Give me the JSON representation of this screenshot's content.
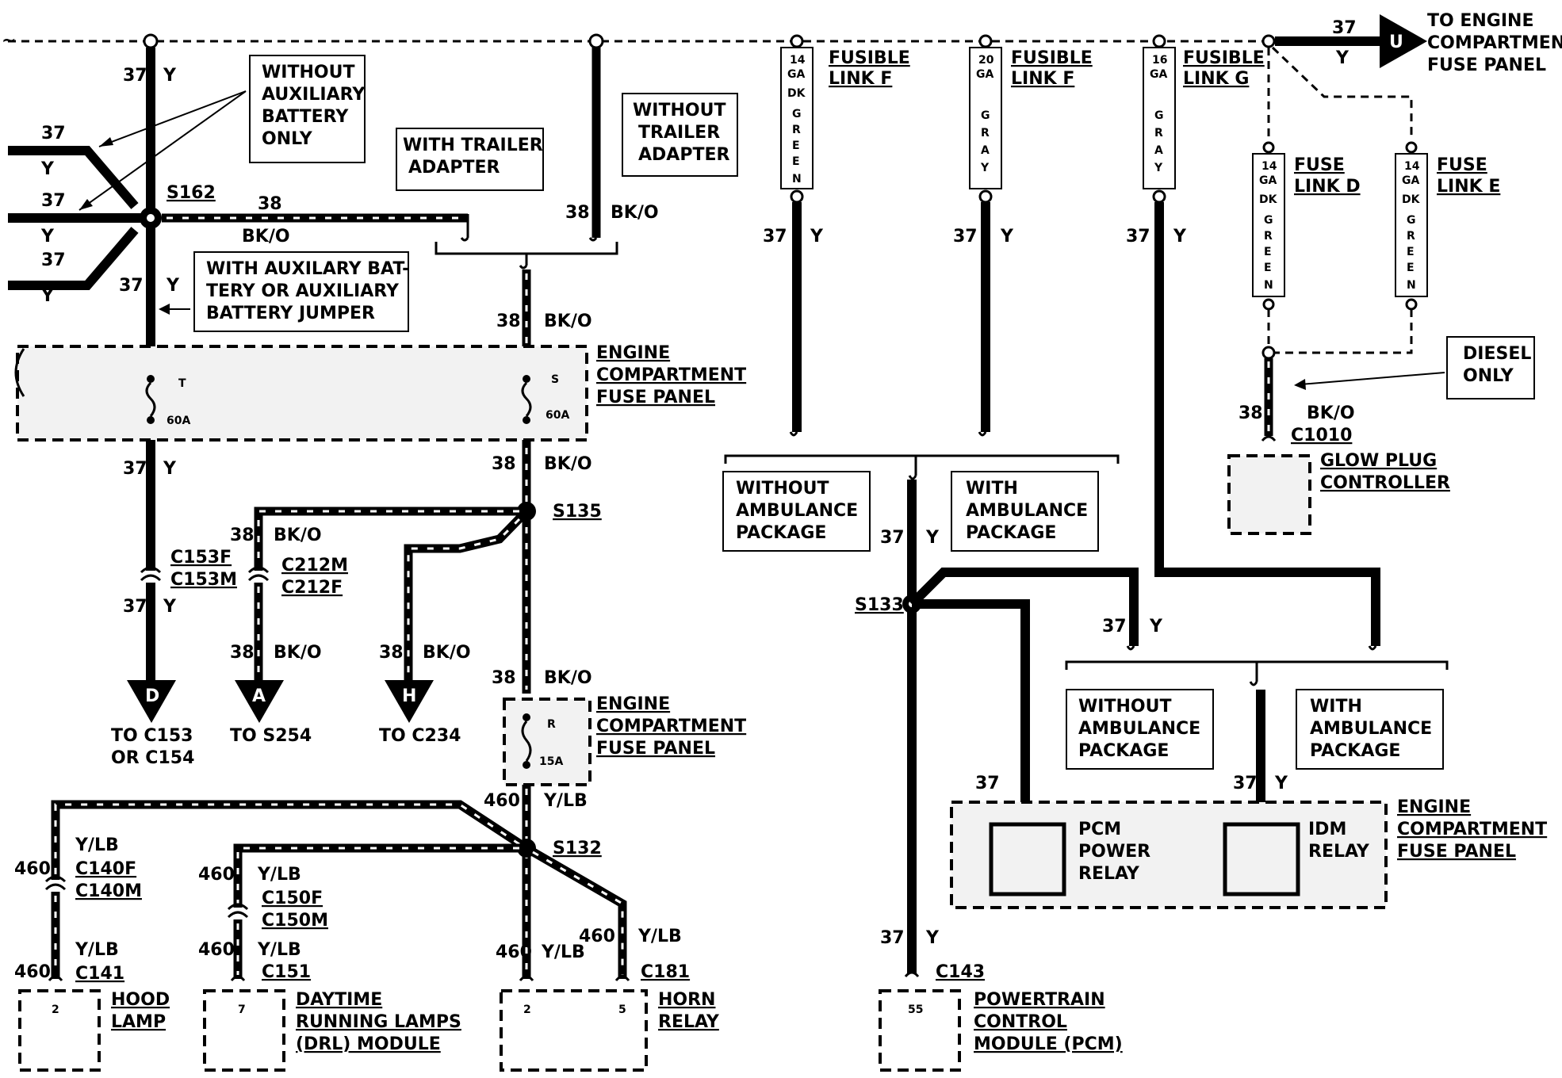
{
  "labels": {
    "without_aux_battery_only": [
      "WITHOUT",
      "AUXILIARY",
      "BATTERY",
      "ONLY"
    ],
    "with_trailer_adapter": [
      "WITH TRAILER",
      "ADAPTER"
    ],
    "without_trailer_adapter": [
      "WITHOUT",
      "TRAILER",
      "ADAPTER"
    ],
    "with_aux_battery": [
      "WITH AUXILARY BAT-",
      "TERY OR AUXILIARY",
      "BATTERY JUMPER"
    ],
    "ecfp": [
      "ENGINE",
      "COMPARTMENT",
      "FUSE PANEL"
    ],
    "to_ecfp": [
      "TO ENGINE",
      "COMPARTMENT",
      "FUSE PANEL"
    ],
    "fusible_link_f": [
      "FUSIBLE",
      "LINK F"
    ],
    "fusible_link_g": [
      "FUSIBLE",
      "LINK G"
    ],
    "fuse_link_d": [
      "FUSE",
      "LINK D"
    ],
    "fuse_link_e": [
      "FUSE",
      "LINK E"
    ],
    "diesel_only": [
      "DIESEL",
      "ONLY"
    ],
    "glow_plug": [
      "GLOW PLUG",
      "CONTROLLER"
    ],
    "without_ambulance": [
      "WITHOUT",
      "AMBULANCE",
      "PACKAGE"
    ],
    "with_ambulance": [
      "WITH",
      "AMBULANCE",
      "PACKAGE"
    ],
    "pcm_relay": [
      "PCM",
      "POWER",
      "RELAY"
    ],
    "idm_relay": [
      "IDM",
      "RELAY"
    ],
    "hood_lamp": [
      "HOOD",
      "LAMP"
    ],
    "drl_module": [
      "DAYTIME",
      "RUNNING LAMPS",
      "(DRL) MODULE"
    ],
    "horn_relay": [
      "HORN",
      "RELAY"
    ],
    "pcm": [
      "POWERTRAIN",
      "CONTROL",
      "MODULE (PCM)"
    ],
    "to_c153": [
      "TO C153",
      "OR C154"
    ],
    "to_s254": "TO S254",
    "to_c234": "TO C234"
  },
  "splices": {
    "s162": "S162",
    "s135": "S135",
    "s132": "S132",
    "s133": "S133"
  },
  "connectors": {
    "c153": [
      "C153F",
      "C153M"
    ],
    "c212": [
      "C212M",
      "C212F"
    ],
    "c140": [
      "C140F",
      "C140M"
    ],
    "c150": [
      "C150F",
      "C150M"
    ],
    "c141": "C141",
    "c151": "C151",
    "c181": "C181",
    "c143": "C143",
    "c1010": "C1010"
  },
  "fuses": {
    "t": "T",
    "t_amp": "60A",
    "s": "S",
    "s_amp": "60A",
    "r": "R",
    "r_amp": "15A"
  },
  "fusible_links": {
    "f1": [
      "14",
      "GA",
      "DK",
      "G",
      "R",
      "E",
      "E",
      "N"
    ],
    "f2": [
      "20",
      "GA",
      "G",
      "R",
      "A",
      "Y"
    ],
    "g": [
      "16",
      "GA",
      "G",
      "R",
      "A",
      "Y"
    ],
    "d": [
      "14",
      "GA",
      "DK",
      "G",
      "R",
      "E",
      "E",
      "N"
    ],
    "e": [
      "14",
      "GA",
      "DK",
      "G",
      "R",
      "E",
      "E",
      "N"
    ]
  },
  "circuits": {
    "c37": "37",
    "y": "Y",
    "c38": "38",
    "bko": "BK/O",
    "c460": "460",
    "ylb": "Y/LB"
  },
  "arrows": {
    "d": "D",
    "a": "A",
    "h": "H",
    "u": "U"
  },
  "pins": {
    "hood": "2",
    "drl": "7",
    "horn_a": "2",
    "horn_b": "5",
    "pcm": "55"
  }
}
